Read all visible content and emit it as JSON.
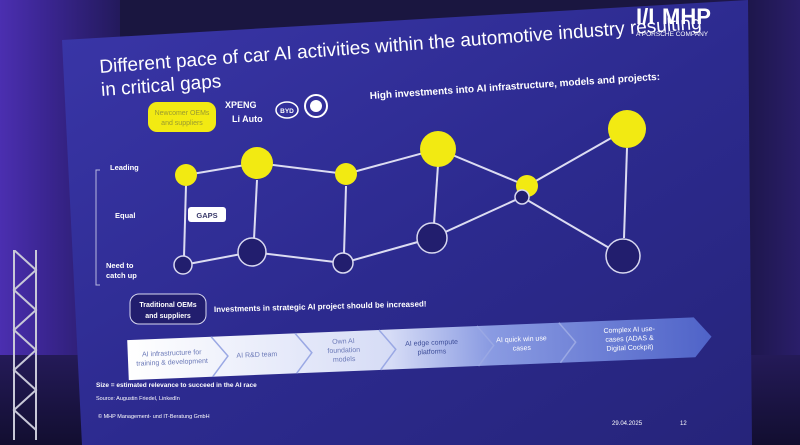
{
  "brand": {
    "logo_text": "MHP",
    "tagline": "A PORSCHE COMPANY"
  },
  "slide": {
    "title_line1": "Different pace of car AI activities within the automotive industry resulting",
    "title_line2": "in critical gaps",
    "high_investments": "High investments into AI infrastructure, models and projects:",
    "newcomer_label_l1": "Newcomer OEMs",
    "newcomer_label_l2": "and suppliers",
    "traditional_label_l1": "Traditional OEMs",
    "traditional_label_l2": "and suppliers",
    "logos": {
      "xpeng": "XPENG",
      "liauto": "Li Auto",
      "byd": "BYD"
    },
    "levels": {
      "leading": "Leading",
      "equal": "Equal",
      "catchup_l1": "Need to",
      "catchup_l2": "catch up"
    },
    "gaps_label": "GAPS",
    "recommendation": "Investments in strategic AI project should be increased!",
    "chevrons": [
      {
        "l1": "AI infrastructure   for",
        "l2": "training & development",
        "l3": ""
      },
      {
        "l1": "AI R&D team",
        "l2": "",
        "l3": ""
      },
      {
        "l1": "Own AI",
        "l2": "foundation",
        "l3": "models"
      },
      {
        "l1": "AI edge compute",
        "l2": "platforms",
        "l3": ""
      },
      {
        "l1": "AI quick win use",
        "l2": "cases",
        "l3": ""
      },
      {
        "l1": "Complex AI use-",
        "l2": "cases (ADAS &",
        "l3": "Digital Cockpit)"
      }
    ],
    "size_note": "Size = estimated relevance to succeed in the AI race",
    "source": "Source: Augustin Friedel, LinkedIn",
    "copyright": "© MHP Management- und IT-Beratung GmbH",
    "date": "29.04.2025",
    "page_number": "12"
  },
  "colors": {
    "slide_bg": "#2c2a8e",
    "newcomer": "#f2ea12",
    "traditional": "#221e6e",
    "chevron_light": "#ffffff",
    "chevron_dark": "#4f63c8"
  }
}
